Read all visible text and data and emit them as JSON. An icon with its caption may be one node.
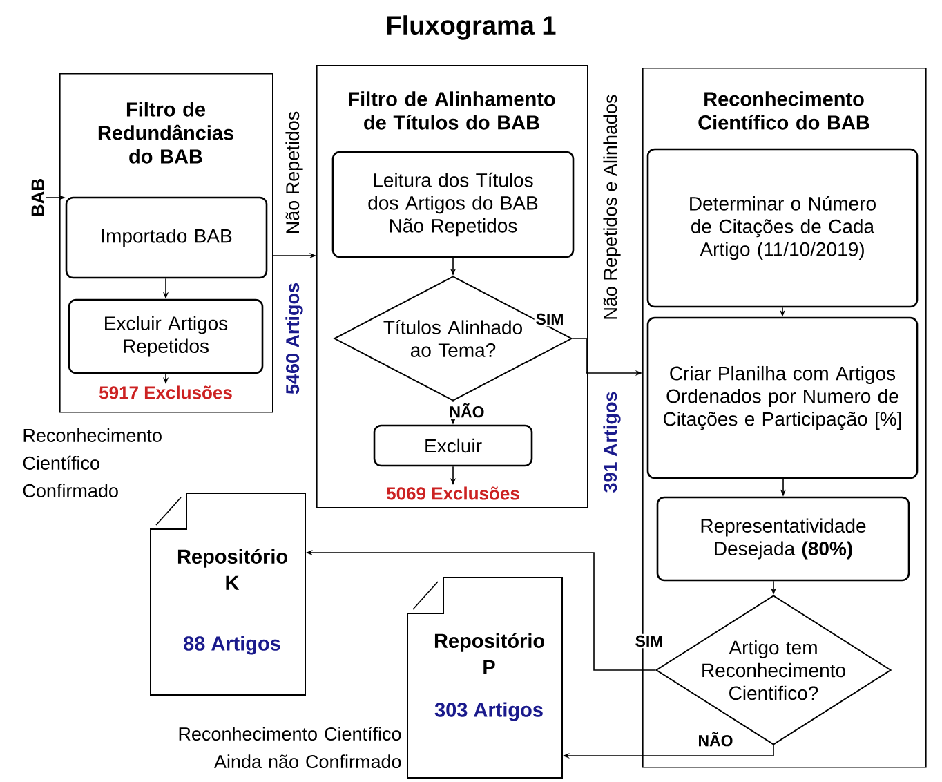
{
  "diagram": {
    "title": "Fluxograma 1",
    "nodes": [
      {
        "text": [
          "BAB"
        ]
      },
      {
        "text": [
          "Filtro de Redundâncias do BAB"
        ]
      },
      {
        "text": [
          "Importado BAB"
        ],
        "in": 1
      },
      {
        "text": [
          "Excluir Artigos Repetidos"
        ],
        "in": 1
      },
      {
        "text": [
          "5917 Exclusões"
        ],
        "in": 1
      },
      {
        "text": [
          "Filtro de Alinhamento de Títulos do BAB"
        ]
      },
      {
        "text": [
          "Leitura dos Títulos dos Artigos do BAB Não Repetidos"
        ],
        "in": 5
      },
      {
        "text": [
          "Títulos Alinhado ao Tema?"
        ],
        "in": 5
      },
      {
        "text": [
          "Excluir"
        ],
        "in": 5
      },
      {
        "text": [
          "5069 Exclusões"
        ],
        "in": 5
      },
      {
        "text": [
          "Reconhecimento Científico do BAB"
        ]
      },
      {
        "text": [
          "Determinar o Número de Citações de Cada Artigo (11/10/2019)"
        ],
        "in": 10
      },
      {
        "text": [
          "Criar Planilha com Artigos Ordenados por Numero de Citações e Participação [%]"
        ],
        "in": 10
      },
      {
        "text": [
          "Representatividade Desejada **(80%)**"
        ],
        "in": 10
      },
      {
        "text": [
          "Artigo tem Reconhecimento Cientifico?"
        ],
        "in": 10
      },
      {
        "text": [
          "Repositório K",
          "88 Artigos"
        ],
        "beside": [
          "Reconhecimento Científico Confirmado"
        ]
      },
      {
        "text": [
          "Repositório P",
          "303 Artigos"
        ],
        "beside": [
          "Reconhecimento Científico Ainda não Confirmado"
        ]
      }
    ],
    "edges": [
      {
        "from": 0,
        "to": 2,
        "arrow": "to"
      },
      {
        "from": 2,
        "to": 3,
        "arrow": "to"
      },
      {
        "from": 3,
        "to": 4,
        "arrow": "to"
      },
      {
        "from": 1,
        "to": 5,
        "arrow": "to"
      },
      {
        "from": 6,
        "to": 7,
        "arrow": "to"
      },
      {
        "from": 7,
        "to": 8,
        "label": "NÃO",
        "arrow": "to"
      },
      {
        "from": 8,
        "to": 9,
        "arrow": "to"
      },
      {
        "from": 7,
        "to": 10,
        "label": "SIM",
        "arrow": "to"
      },
      {
        "from": 11,
        "to": 12,
        "arrow": "to"
      },
      {
        "from": 12,
        "to": 13,
        "arrow": "to"
      },
      {
        "from": 13,
        "to": 14,
        "arrow": "to"
      },
      {
        "from": 14,
        "to": 15,
        "label": "SIM",
        "arrow": "to"
      },
      {
        "from": 14,
        "to": 16,
        "label": "NÃO",
        "arrow": "to"
      }
    ],
    "labels": [
      "Não Repetidos",
      "5460 Artigos",
      "Não Repetidos e Alinhados",
      "391 Artigos"
    ]
  }
}
